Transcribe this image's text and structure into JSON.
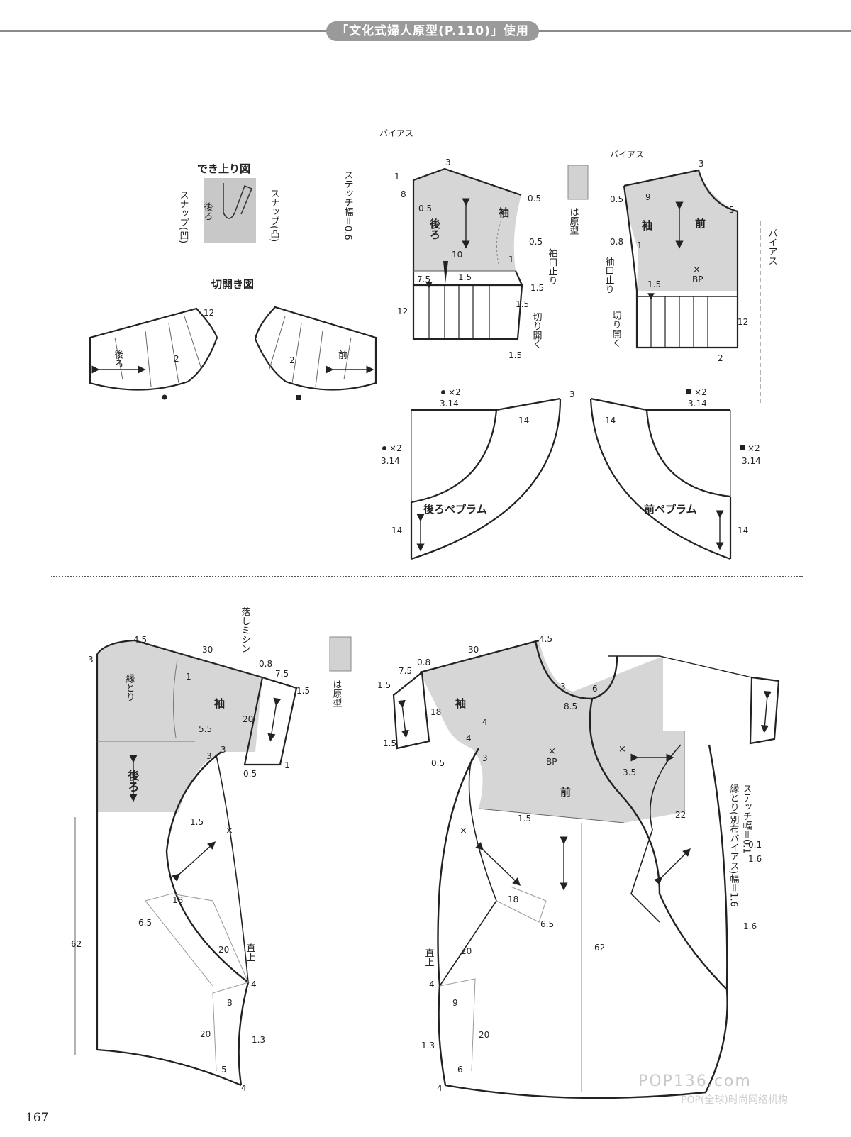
{
  "header": {
    "title": "「文化式婦人原型(P.110)」使用"
  },
  "page_number": "167",
  "watermark": {
    "main": "POP136.com",
    "sub": "POP(全球)时尚网络机构"
  },
  "legend": {
    "base_pattern": "は原型"
  },
  "finished_view": {
    "title": "でき上り図",
    "back_label": "後ろ",
    "snap_concave": "スナップ(凹)",
    "snap_convex": "スナップ(凸)",
    "stitch": "ステッチ幅＝0.6"
  },
  "slash_view": {
    "title": "切開き図",
    "back": "後ろ",
    "front": "前",
    "m12": "12",
    "m2": "2"
  },
  "upper_back": {
    "back": "後ろ",
    "sleeve": "袖",
    "bias": "バイアス",
    "cuff_stop": "袖口止り",
    "slash_open": "切り開く",
    "m3": "3",
    "m1": "1",
    "m8": "8",
    "m05": "0.5",
    "m10": "10",
    "m75": "7.5",
    "m15": "1.5",
    "m12": "12"
  },
  "upper_front": {
    "front": "前",
    "sleeve": "袖",
    "bias": "バイアス",
    "bias_side": "バイアス",
    "cuff_stop": "袖口止り",
    "slash_open": "切り開く",
    "bp": "BP",
    "cross": "×",
    "m3": "3",
    "m05": "0.5",
    "m9": "9",
    "m5": "5",
    "m08": "0.8",
    "m1": "1",
    "m15": "1.5",
    "m12": "12",
    "m2": "2"
  },
  "peplum": {
    "back": "後ろペプラム",
    "front": "前ペプラム",
    "x2": "×2",
    "div": "3.14",
    "m14": "14",
    "m3": "3"
  },
  "lower_back": {
    "hem_trim": "縁とり",
    "sleeve": "袖",
    "back": "後ろ",
    "drop_stitch": "落しミシン",
    "straight": "直上",
    "m45": "4.5",
    "m30": "30",
    "m3": "3",
    "m1": "1",
    "m08": "0.8",
    "m75": "7.5",
    "m15": "1.5",
    "m20": "20",
    "m55": "5.5",
    "m05": "0.5",
    "m62": "62",
    "m18": "18",
    "m65": "6.5",
    "m4": "4",
    "m8": "8",
    "m13": "1.3",
    "m5": "5",
    "cross": "×"
  },
  "lower_front": {
    "sleeve": "袖",
    "front": "前",
    "bp": "BP",
    "straight": "直上",
    "stitch_note": "ステッチ幅＝0.1",
    "trim_note": "縁とり(別布バイアス)幅＝1.6",
    "m45": "4.5",
    "m30": "30",
    "m75": "7.5",
    "m08": "0.8",
    "m15": "1.5",
    "m3": "3",
    "m6": "6",
    "m85": "8.5",
    "m18": "18",
    "m4": "4",
    "m05": "0.5",
    "m35": "3.5",
    "m22": "22",
    "m65": "6.5",
    "m20": "20",
    "m62": "62",
    "m9": "9",
    "m13": "1.3",
    "m6b": "6",
    "m01": "0.1",
    "m16": "1.6",
    "cross": "×"
  }
}
